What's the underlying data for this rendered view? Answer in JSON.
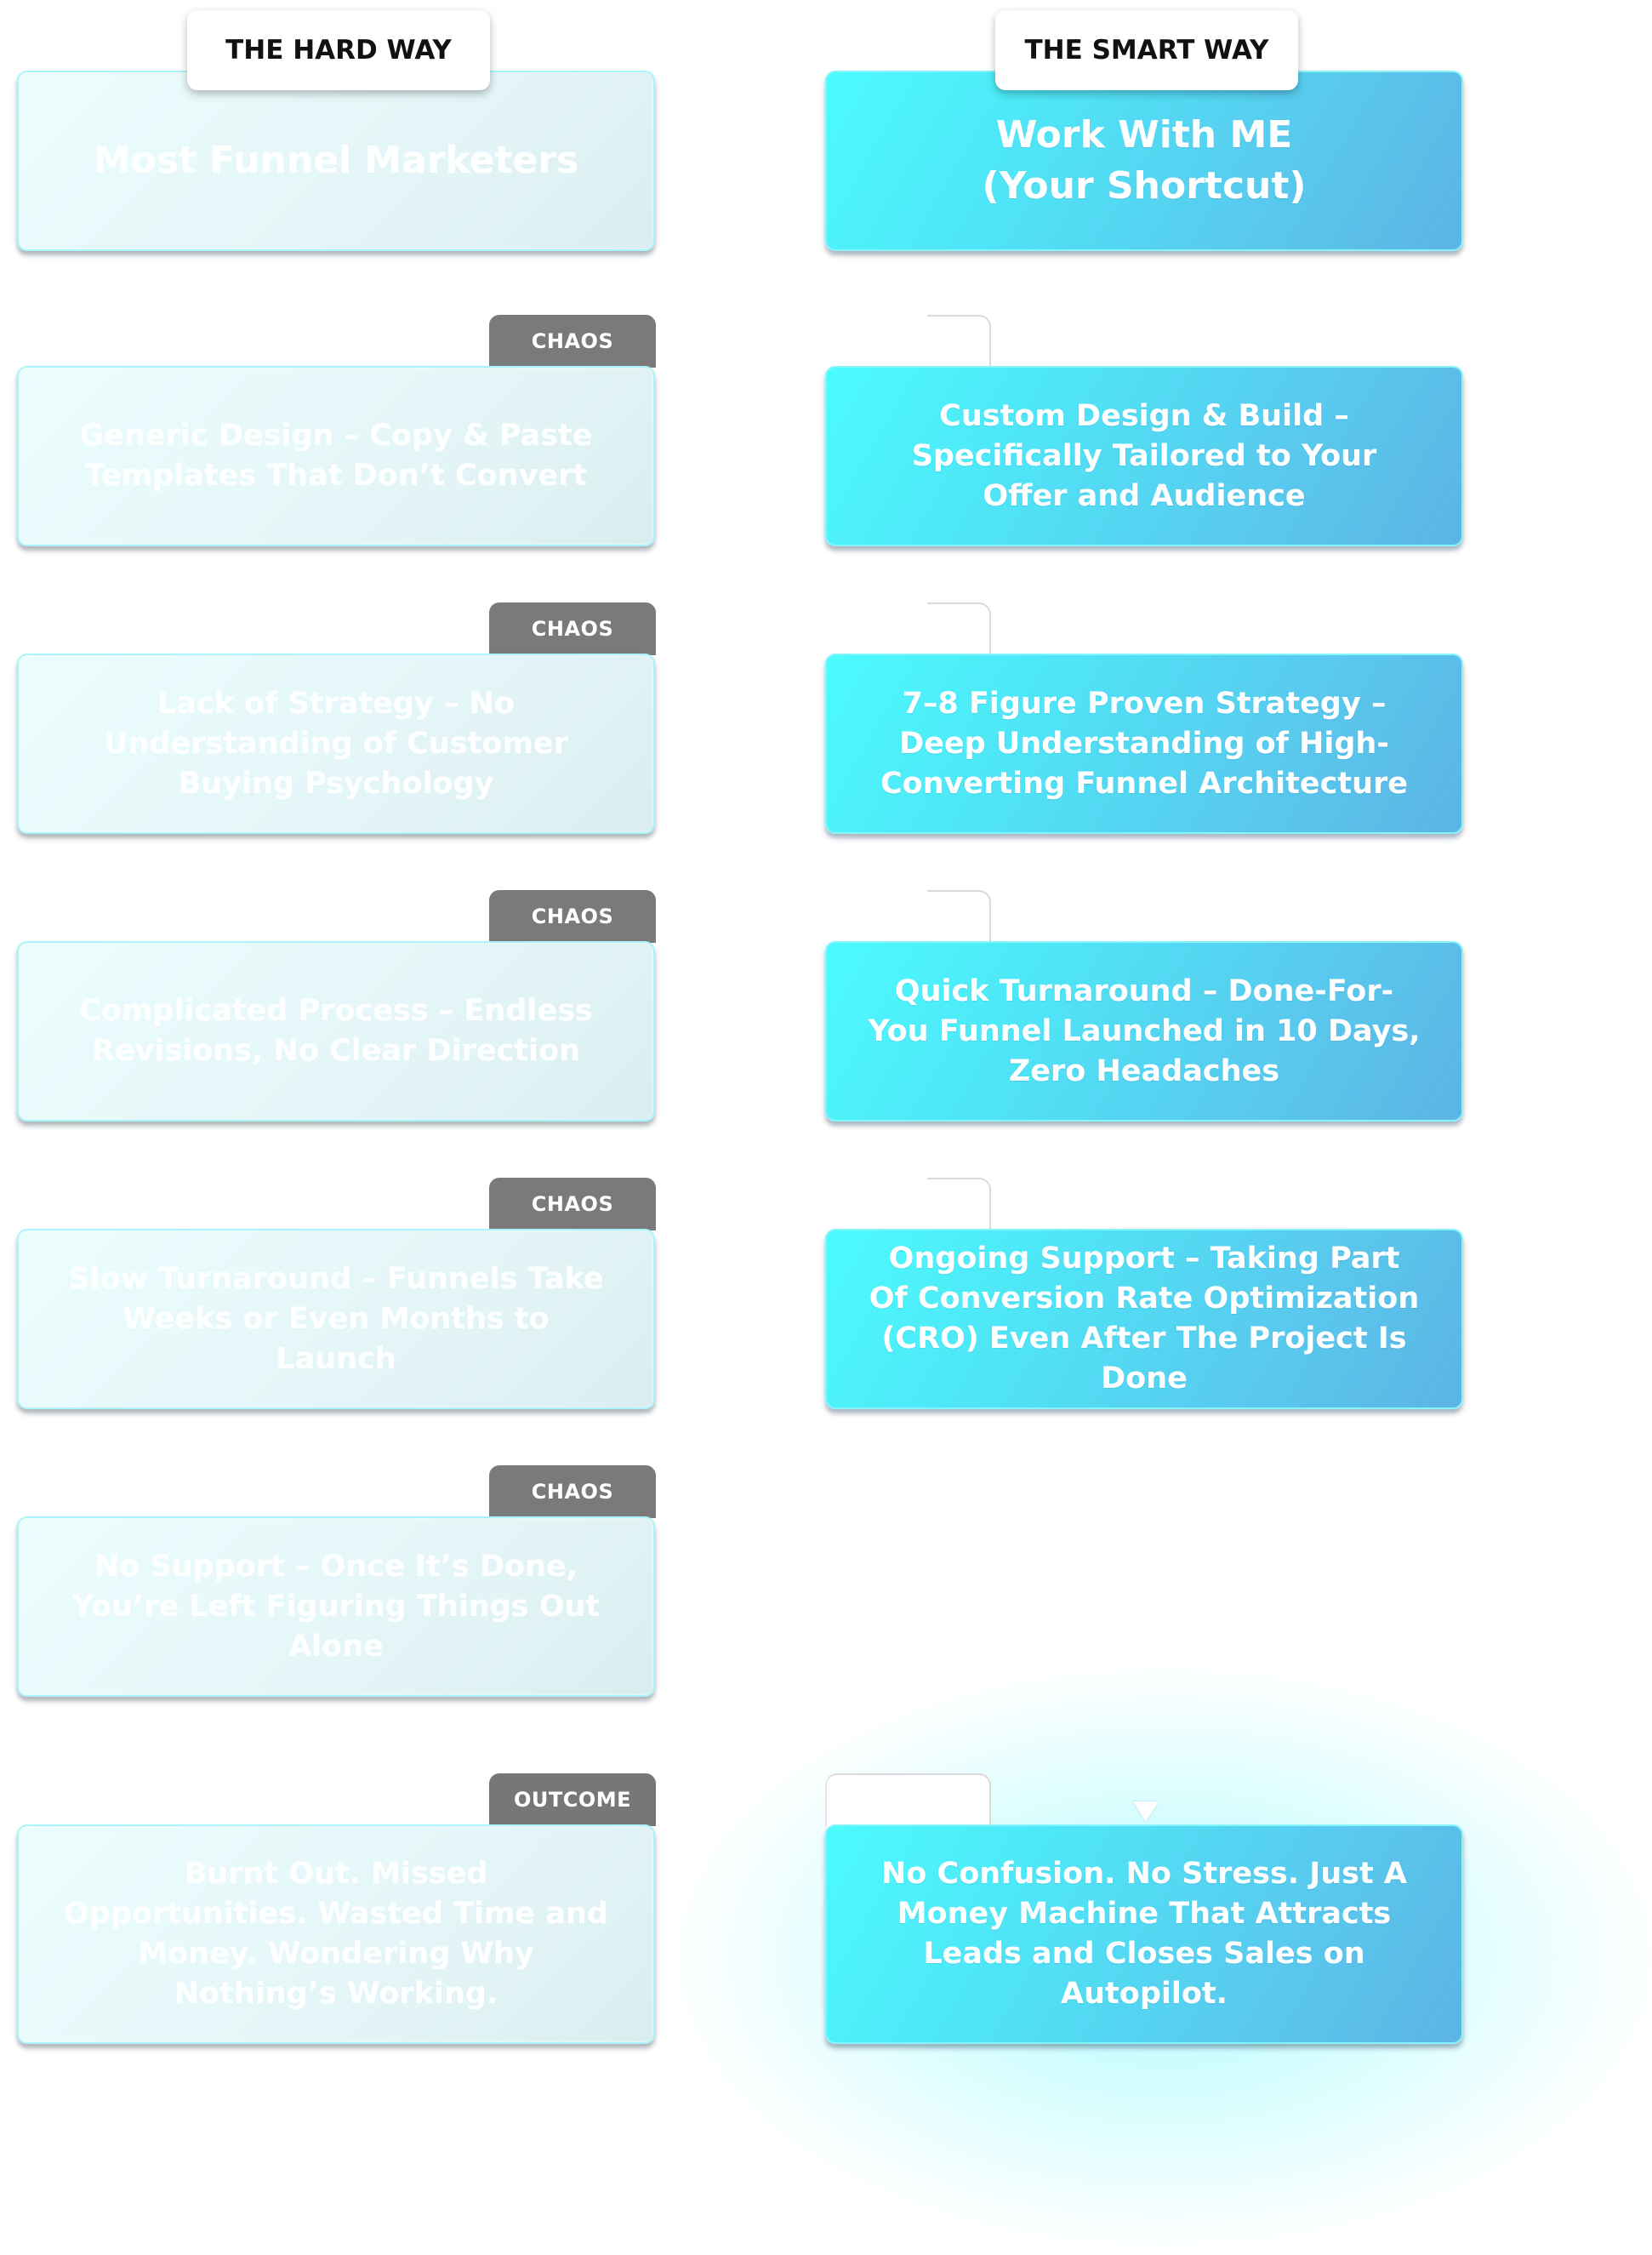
{
  "columns": {
    "hard": {
      "label": "THE HARD WAY",
      "header": "Most Funnel Marketers",
      "rows": [
        {
          "tag": "CHAOS",
          "text": "Generic Design – Copy & Paste Templates That Don’t Convert"
        },
        {
          "tag": "CHAOS",
          "text": "Lack of Strategy – No Understanding of Customer Buying Psychology"
        },
        {
          "tag": "CHAOS",
          "text": "Complicated Process – Endless Revisions, No Clear Direction"
        },
        {
          "tag": "CHAOS",
          "text": "Slow Turnaround – Funnels Take Weeks or Even Months to Launch"
        },
        {
          "tag": "CHAOS",
          "text": "No Support – Once It’s Done, You’re Left Figuring Things Out Alone"
        }
      ],
      "outcome": {
        "tag": "OUTCOME",
        "text": "Burnt Out. Missed Opportunities. Wasted Time and Money. Wondering Why Nothing’s Working."
      }
    },
    "smart": {
      "label": "THE SMART WAY",
      "header_line1": "Work With ME",
      "header_line2": "(Your Shortcut)",
      "rows": [
        {
          "text": "Custom Design & Build – Specifically Tailored to Your Offer and Audience"
        },
        {
          "text": "7–8 Figure Proven Strategy – Deep Understanding of High-Converting Funnel Architecture"
        },
        {
          "text": "Quick Turnaround – Done-For-You Funnel Launched in 10 Days, Zero Headaches"
        },
        {
          "text": "Ongoing Support – Taking Part Of Conversion Rate Optimization (CRO) Even After The Project Is Done"
        }
      ],
      "outcome": {
        "text": "No Confusion. No Stress. Just A Money Machine That Attracts Leads and Closes Sales on Autopilot."
      }
    }
  },
  "colors": {
    "smart_start": "#4dfbfd",
    "smart_end": "#5cb4e4",
    "hard_bg": "#e5f6f8",
    "tag_bg": "#7a7a7a"
  },
  "icons": [
    "down-arrow-icon"
  ]
}
